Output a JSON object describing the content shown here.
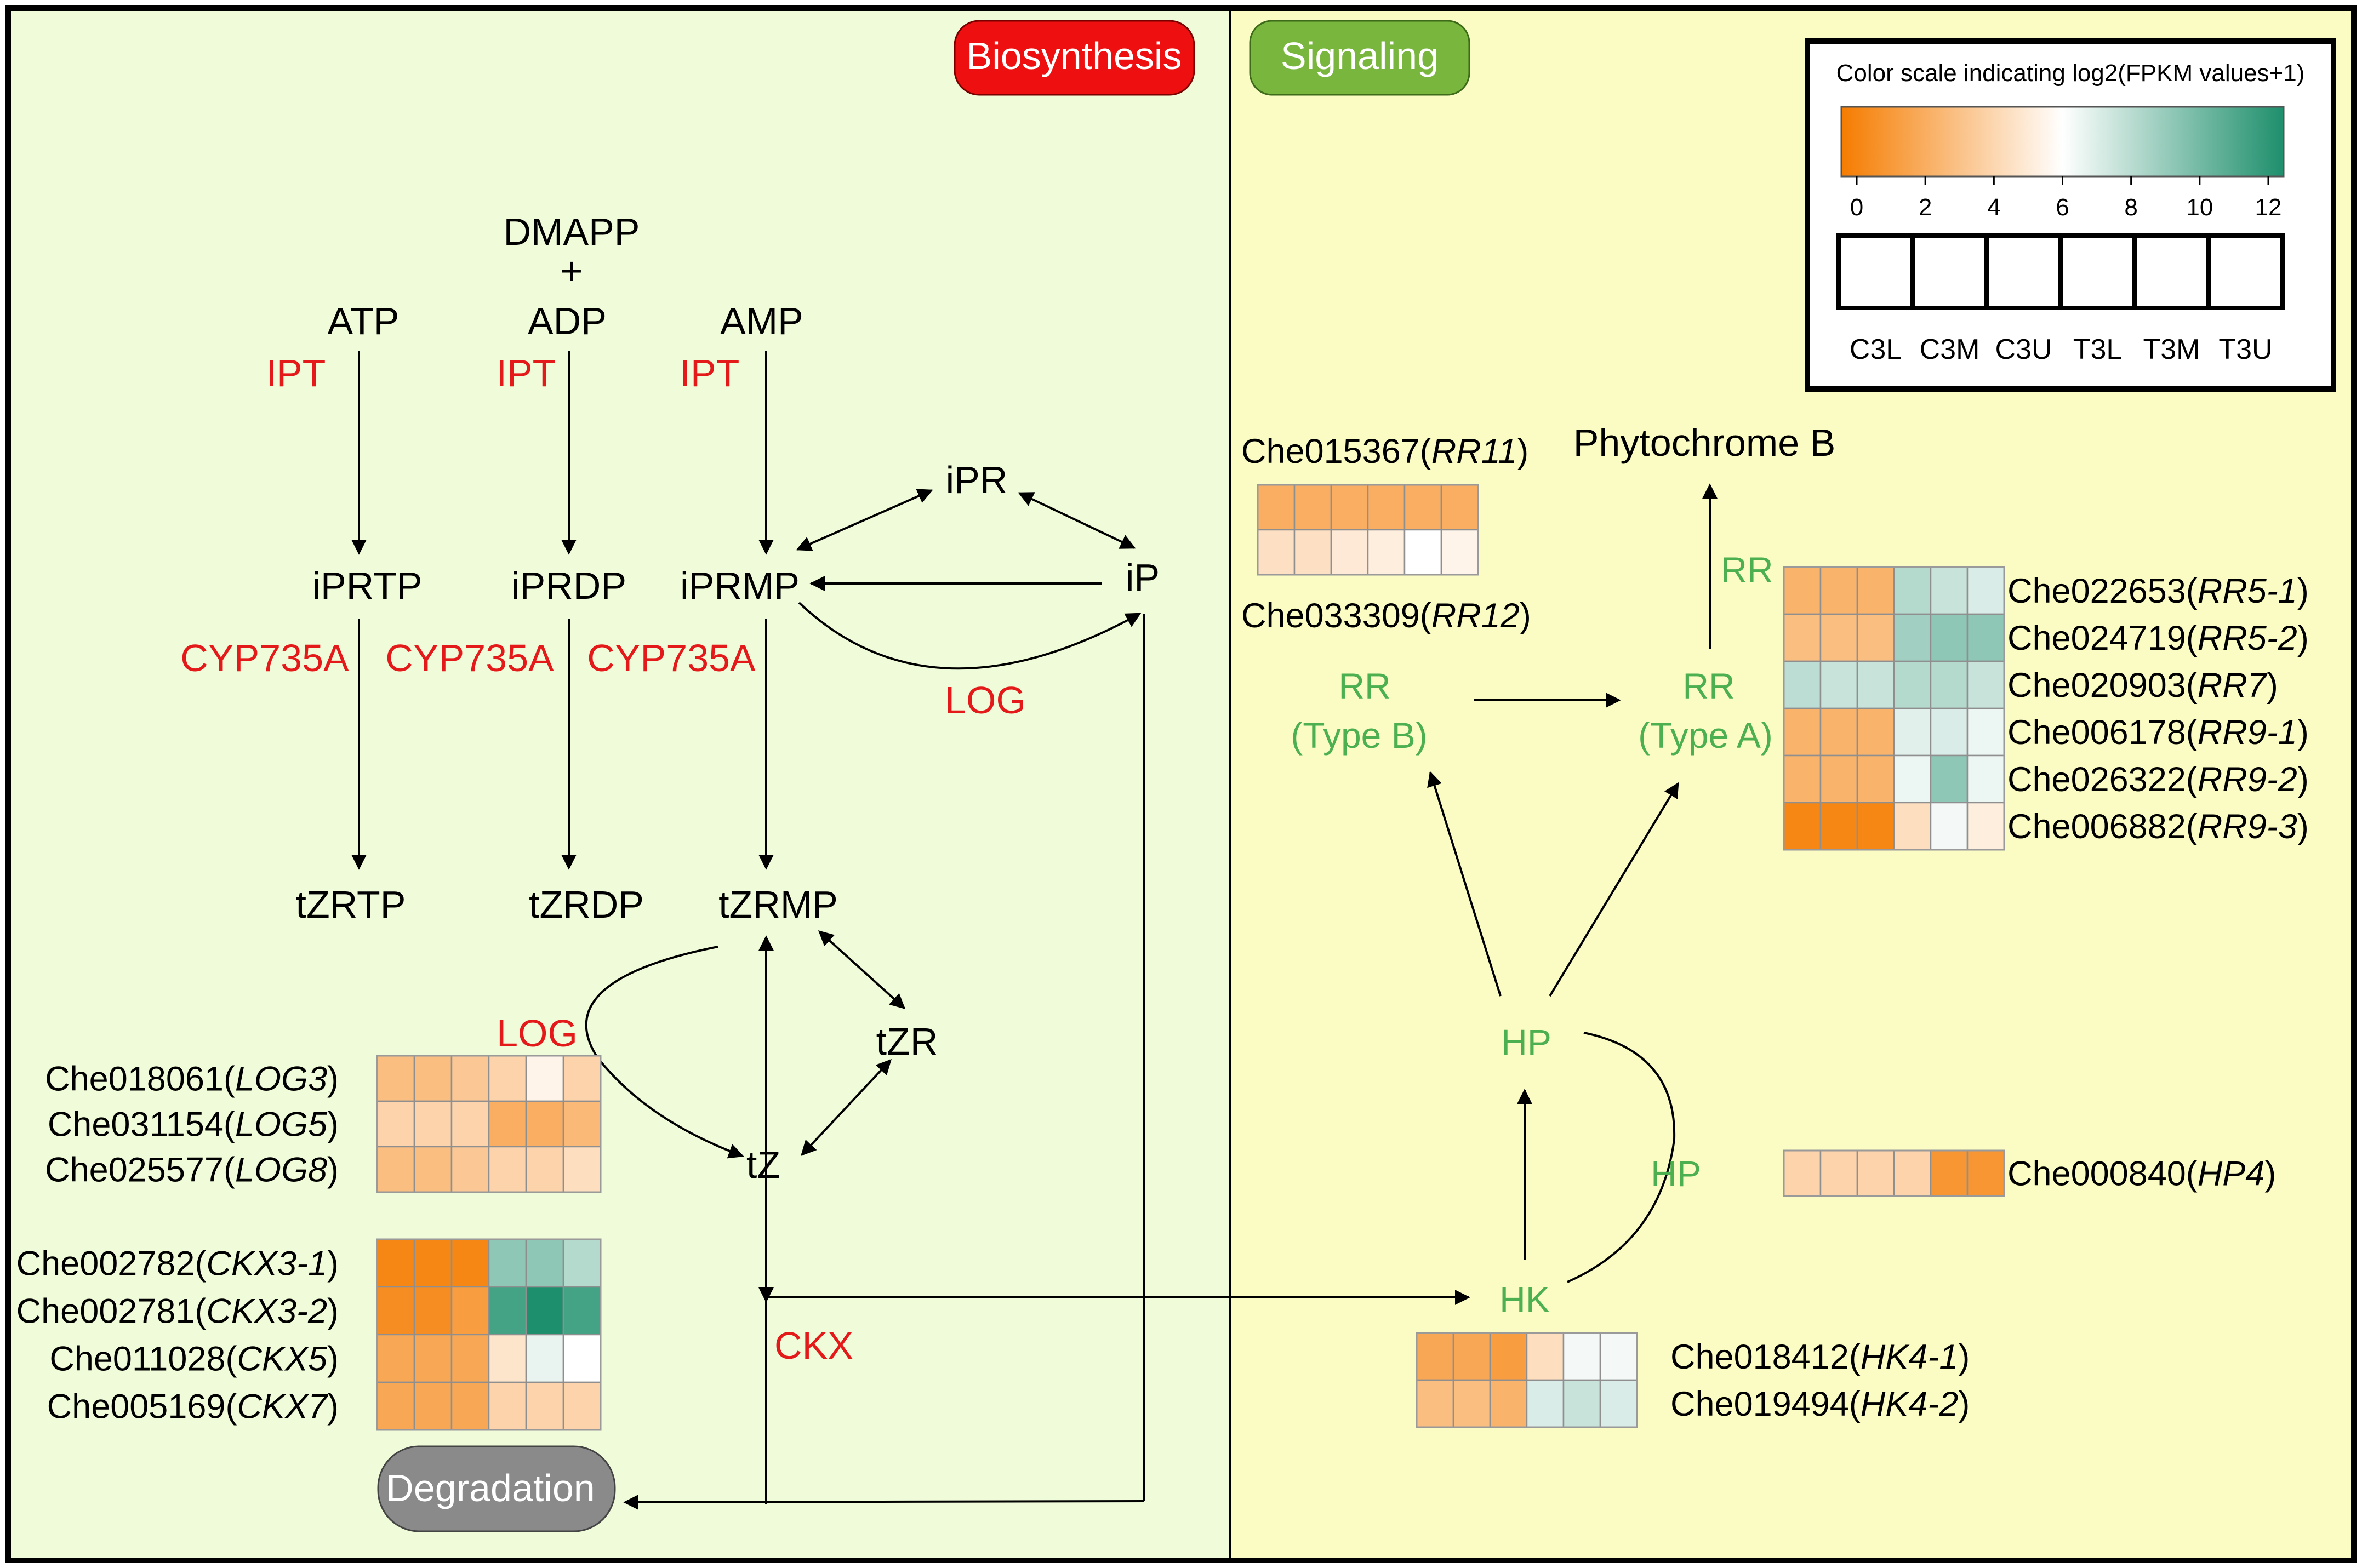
{
  "colors": {
    "left_panel_bg": "#f0fbd9",
    "right_panel_bg": "#fbfcc4",
    "label_red": "#e41a1a",
    "label_green": "#4caf50",
    "biosynthesis_btn": "#ee1010",
    "signaling_btn": "#78b63e",
    "degradation_btn": "#8a8a8a",
    "scale_low": "#f57c00",
    "scale_mid": "#ffffff",
    "scale_high": "#1e8f6c"
  },
  "header": {
    "biosynthesis": "Biosynthesis",
    "signaling": "Signaling",
    "degradation": "Degradation"
  },
  "legend": {
    "title": "Color scale indicating log2(FPKM values+1)",
    "ticks": [
      "0",
      "2",
      "4",
      "6",
      "8",
      "10",
      "12"
    ],
    "samples": [
      "C3L",
      "C3M",
      "C3U",
      "T3L",
      "T3M",
      "T3U"
    ],
    "scale_min": 0,
    "scale_max": 12
  },
  "biosynthesis": {
    "substrates": [
      "ATP",
      "ADP",
      "AMP"
    ],
    "dmapp": "DMAPP",
    "plus": "+",
    "ipt": "IPT",
    "ip_phosphates": [
      "iPRTP",
      "iPRDP",
      "iPRMP"
    ],
    "cyp": "CYP735A",
    "tz_phosphates": [
      "tZRTP",
      "tZRDP",
      "tZRMP"
    ],
    "ipr": "iPR",
    "ip": "iP",
    "log": "LOG",
    "tzr": "tZR",
    "tz": "tZ",
    "ckx": "CKX"
  },
  "signaling": {
    "phytochrome": "Phytochrome B",
    "rr": "RR",
    "rr_type_b": [
      "RR",
      "(Type B)"
    ],
    "rr_type_a": [
      "RR",
      "(Type A)"
    ],
    "hp": "HP",
    "hk": "HK"
  },
  "gene_groups": {
    "log": [
      {
        "id": "Che018061(",
        "name": "LOG3",
        "close": ")",
        "values": [
          3,
          3,
          3.5,
          4,
          5.5,
          4
        ]
      },
      {
        "id": "Che031154(",
        "name": "LOG5",
        "close": ")",
        "values": [
          4,
          4,
          4,
          2.3,
          2.3,
          2.8
        ]
      },
      {
        "id": "Che025577(",
        "name": "LOG8",
        "close": ")",
        "values": [
          3,
          3,
          3.5,
          4,
          4,
          4.5
        ]
      }
    ],
    "ckx": [
      {
        "id": "Che002782(",
        "name": "CKX3-1",
        "close": ")",
        "values": [
          0.5,
          0.5,
          0.5,
          9,
          9,
          8
        ]
      },
      {
        "id": "Che002781(",
        "name": "CKX3-2",
        "close": ")",
        "values": [
          0.8,
          0.8,
          1.5,
          11,
          12,
          11
        ]
      },
      {
        "id": "Che011028(",
        "name": "CKX5",
        "close": ")",
        "values": [
          2,
          2,
          2,
          4.8,
          6.6,
          6
        ]
      },
      {
        "id": "Che005169(",
        "name": "CKX7",
        "close": ")",
        "values": [
          2,
          2,
          2,
          4,
          4,
          4
        ]
      }
    ],
    "rr_top": [
      {
        "id": "Che015367(",
        "name": "RR11",
        "close": ")",
        "values": [
          2.3,
          2.3,
          2.3,
          2.3,
          2.3,
          2.3
        ]
      },
      {
        "id": "Che033309(",
        "name": "RR12",
        "close": ")",
        "values": [
          4.6,
          4.6,
          5,
          5.2,
          6,
          5.5
        ]
      }
    ],
    "rr_a": [
      {
        "id": "Che022653(",
        "name": "RR5-1",
        "close": ")",
        "values": [
          2.5,
          2.5,
          2.5,
          8,
          7.5,
          7
        ]
      },
      {
        "id": "Che024719(",
        "name": "RR5-2",
        "close": ")",
        "values": [
          3,
          3,
          3,
          8.5,
          9,
          9
        ]
      },
      {
        "id": "Che020903(",
        "name": "RR7",
        "close": ")",
        "values": [
          7.8,
          7.5,
          7.5,
          8,
          8,
          7.5
        ]
      },
      {
        "id": "Che006178(",
        "name": "RR9-1",
        "close": ")",
        "values": [
          2.5,
          2.5,
          2.5,
          6.8,
          7,
          6.5
        ]
      },
      {
        "id": "Che026322(",
        "name": "RR9-2",
        "close": ")",
        "values": [
          2.5,
          2.5,
          2.5,
          6.5,
          9,
          6.5
        ]
      },
      {
        "id": "Che006882(",
        "name": "RR9-3",
        "close": ")",
        "values": [
          0.5,
          0.5,
          0.5,
          4.5,
          6.3,
          5.2
        ]
      }
    ],
    "hp": [
      {
        "id": "Che000840(",
        "name": "HP4",
        "close": ")",
        "values": [
          4,
          4,
          4,
          4,
          1.2,
          1.2
        ]
      }
    ],
    "hk": [
      {
        "id": "Che018412(",
        "name": "HK4-1",
        "close": ")",
        "values": [
          2,
          2,
          1.5,
          4.5,
          6.3,
          6.3
        ]
      },
      {
        "id": "Che019494(",
        "name": "HK4-2",
        "close": ")",
        "values": [
          3,
          3,
          2.5,
          7,
          7.5,
          7
        ]
      }
    ]
  }
}
